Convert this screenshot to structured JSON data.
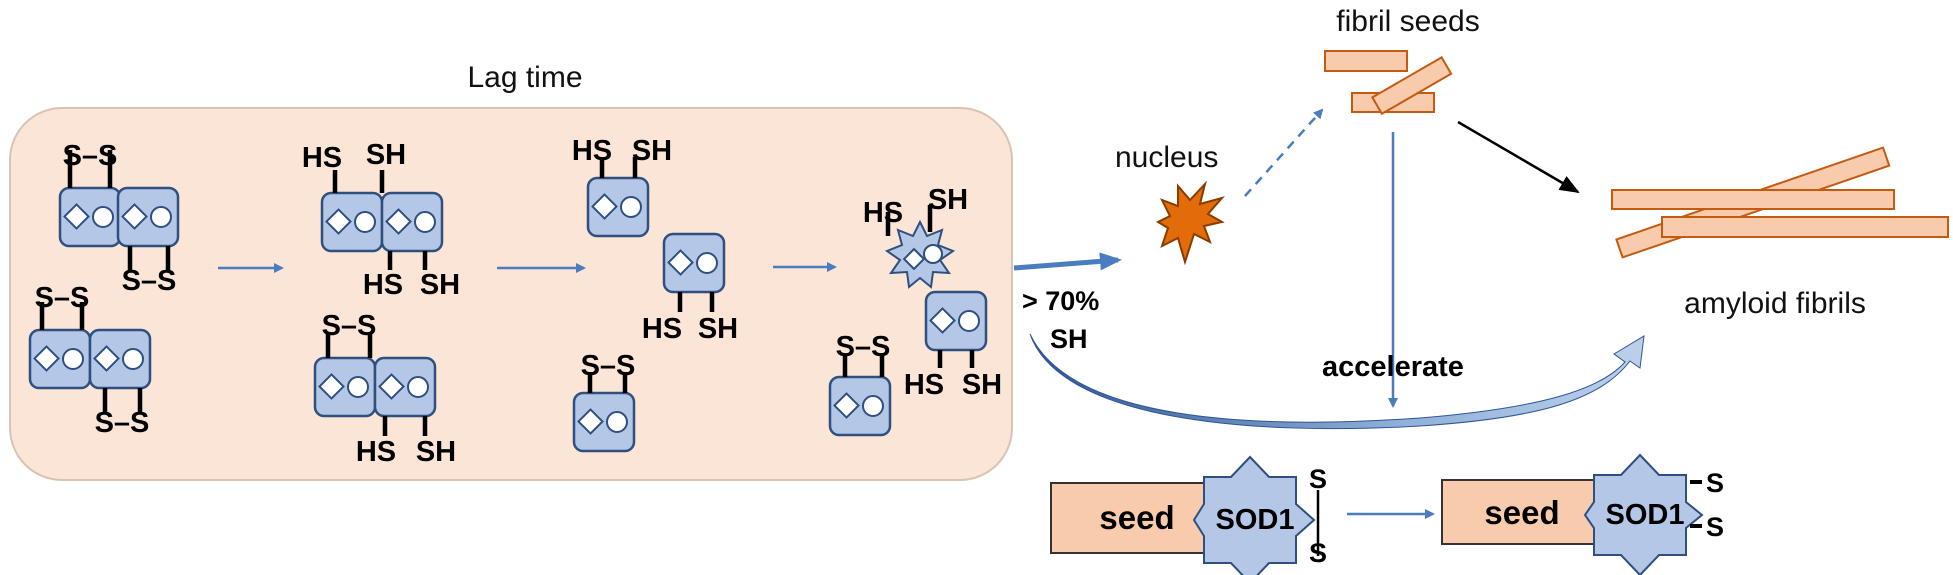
{
  "labels": {
    "lag_time": "Lag time",
    "fibril_seeds": "fibril seeds",
    "nucleus": "nucleus",
    "amyloid_fibrils": "amyloid fibrils",
    "threshold_line1": "> 70%",
    "threshold_line2": "SH",
    "accelerate": "accelerate",
    "seed": "seed",
    "sod1": "SOD1",
    "thiol": "SH",
    "thiol_left": "HS",
    "sulfur": "S",
    "disulfide": "S–S"
  },
  "colors": {
    "lag_box_fill": "#fbe5d6",
    "monomer_fill": "#b4c7e7",
    "monomer_stroke": "#2f4f7f",
    "arrow_blue": "#4a7cc0",
    "nucleus_orange": "#e26b0a",
    "fibril_fill": "#f8cbad",
    "fibril_stroke": "#c55a11"
  },
  "icons": {
    "monomer": "sod1-monomer-icon",
    "dimer": "sod1-dimer-icon",
    "nucleus": "nucleus-star-icon",
    "fibril": "fibril-bar-icon"
  }
}
